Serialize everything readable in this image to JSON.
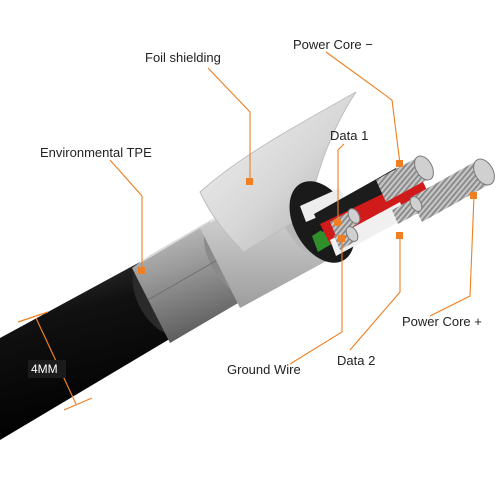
{
  "accent_color": "#ef7f22",
  "labels": {
    "foil_shielding": "Foil shielding",
    "power_core_minus": "Power Core −",
    "environmental_tpe": "Environmental TPE",
    "data_1": "Data 1",
    "power_core_plus": "Power Core +",
    "ground_wire": "Ground Wire",
    "data_2": "Data 2",
    "diameter": "4MM"
  }
}
